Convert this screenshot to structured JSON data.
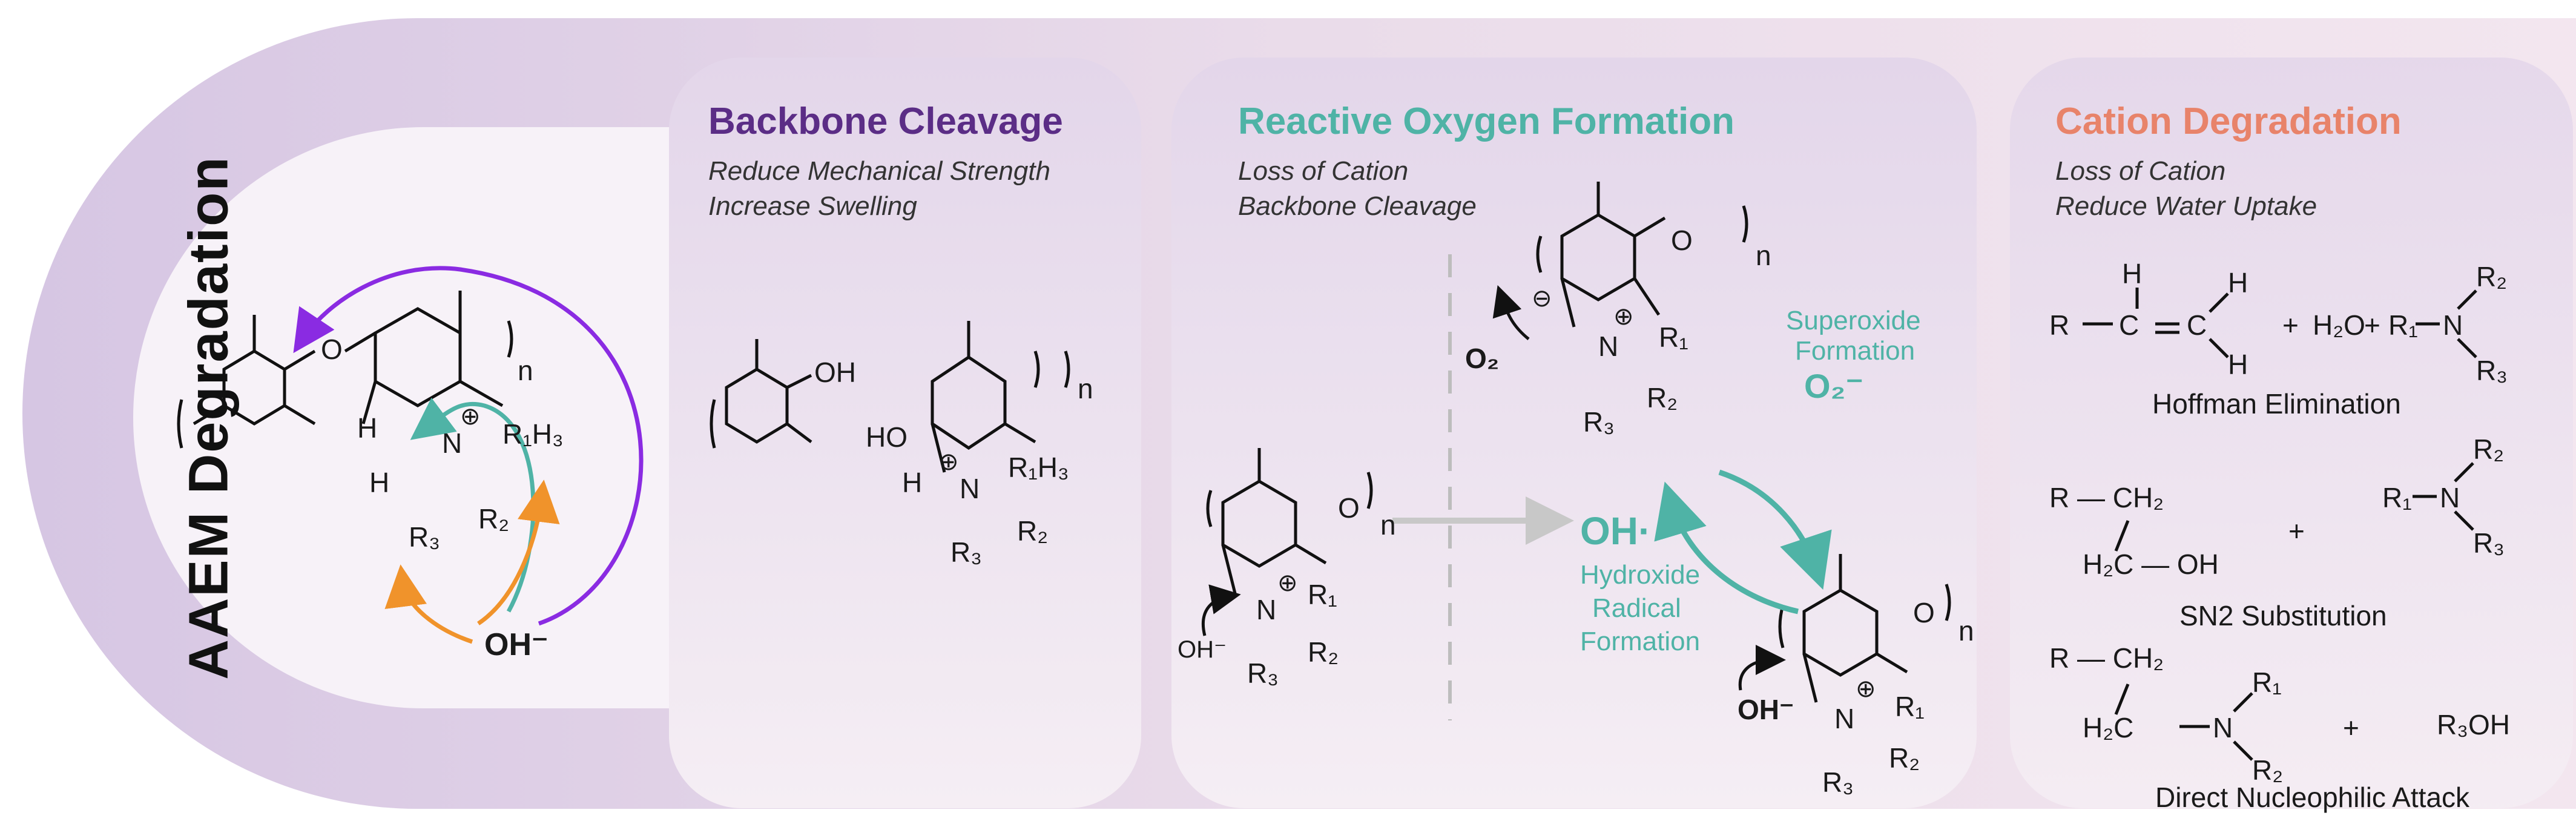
{
  "title": "AAEM Degradation",
  "left": {
    "hydroxide": "OH⁻",
    "labels": {
      "h": "H",
      "n": "N",
      "r1h3": "R₁H₃",
      "r3": "R₃",
      "r2": "R₂",
      "o": "O",
      "n_sub": "n"
    }
  },
  "panels": {
    "backbone": {
      "title": "Backbone Cleavage",
      "sub1": "Reduce Mechanical Strength",
      "sub2": "Increase Swelling",
      "labels": {
        "oh": "OH",
        "ho": "HO",
        "h": "H",
        "n": "N",
        "r1h3": "R₁H₃",
        "r2": "R₂",
        "r3": "R₃",
        "n_sub": "n"
      }
    },
    "ros": {
      "title": "Reactive Oxygen Formation",
      "sub1": "Loss of Cation",
      "sub2": "Backbone Cleavage",
      "o2": "O₂",
      "superoxide_1": "Superoxide",
      "superoxide_2": "Formation",
      "superoxide_species": "O₂⁻",
      "oh_radical": "OH·",
      "hydroxide_1": "Hydroxide",
      "hydroxide_2": "Radical",
      "hydroxide_3": "Formation",
      "oh_minus": "OH⁻",
      "labels": {
        "o": "O",
        "n": "N",
        "r1": "R₁",
        "r2": "R₂",
        "r3": "R₃",
        "n_sub": "n"
      }
    },
    "cation": {
      "title": "Cation Degradation",
      "sub1": "Loss of Cation",
      "sub2": "Reduce Water Uptake",
      "hoffman": {
        "caption": "Hoffman Elimination",
        "r": "R",
        "c1": "C",
        "c2": "C",
        "h": "H",
        "plus": "+",
        "h2o": "H₂O",
        "r1": "R₁",
        "n": "N",
        "r2": "R₂",
        "r3": "R₃"
      },
      "sn2": {
        "caption": "SN2 Substitution",
        "r_ch2": "R — CH₂",
        "h2c_oh": "H₂C — OH",
        "plus": "+",
        "r1": "R₁",
        "n": "N",
        "r2": "R₂",
        "r3": "R₃"
      },
      "dna": {
        "caption": "Direct Nucleophilic Attack",
        "r_ch2": "R — CH₂",
        "h2c": "H₂C",
        "n": "N",
        "r1": "R₁",
        "r2": "R₂",
        "plus": "+",
        "r3oh": "R₃OH"
      }
    }
  },
  "colors": {
    "purple": "#5b2d86",
    "teal": "#4fb3a6",
    "orange": "#f0932b",
    "salmon": "#e8836a",
    "gray": "#bdbdbd"
  }
}
